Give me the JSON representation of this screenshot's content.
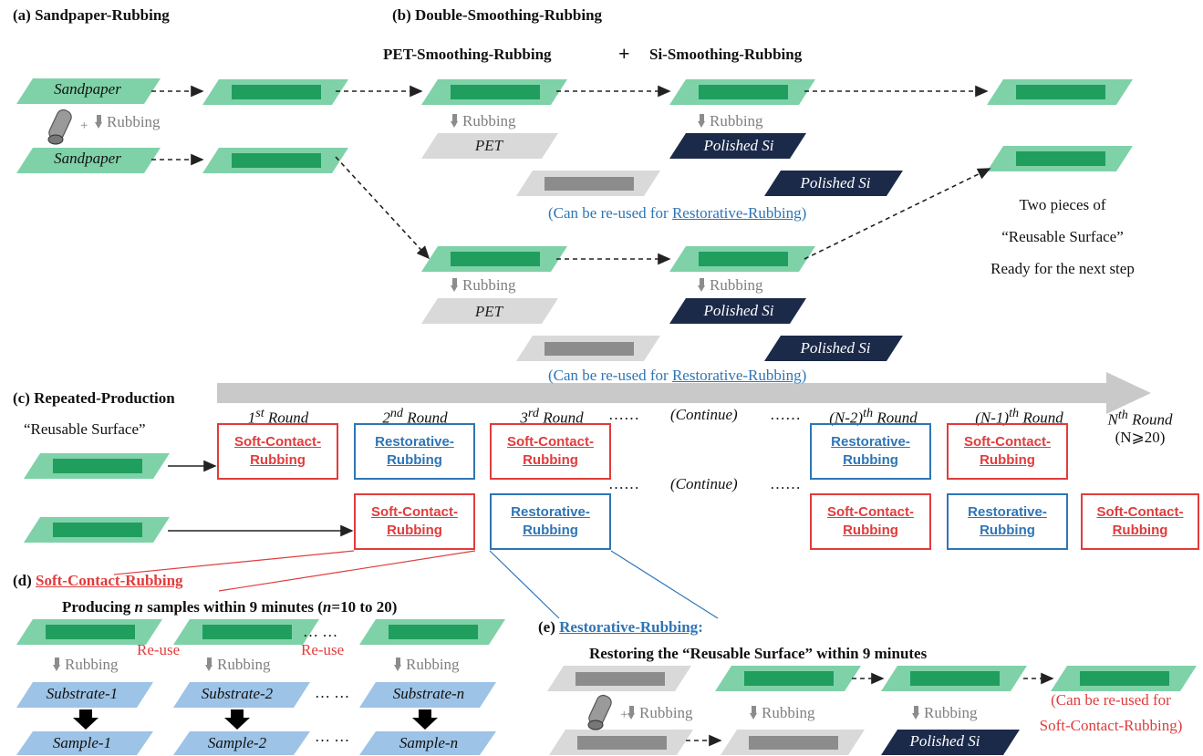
{
  "panel_a": {
    "title": "(a)  Sandpaper-Rubbing",
    "sandpaper_top": "Sandpaper",
    "sandpaper_bottom": "Sandpaper",
    "rubbing": "Rubbing"
  },
  "panel_b": {
    "title": "(b)  Double-Smoothing-Rubbing",
    "pet_title": "PET-Smoothing-Rubbing",
    "plus": "+",
    "si_title": "Si-Smoothing-Rubbing",
    "rubbing": "Rubbing",
    "pet": "PET",
    "polished_si": "Polished Si",
    "reuse_prefix": "(Can be re-used for ",
    "reuse_link": "Restorative-Rubbing",
    "reuse_suffix": ")",
    "result_line1": "Two pieces of",
    "result_line2": "“Reusable Surface”",
    "result_line3": "Ready for the next step"
  },
  "panel_c": {
    "title": "(c)  Repeated-Production",
    "reusable_surface": "“Reusable Surface”",
    "rounds": [
      {
        "num": "1",
        "sup": "st",
        "word": " Round"
      },
      {
        "num": "2",
        "sup": "nd",
        "word": " Round"
      },
      {
        "num": "3",
        "sup": "rd",
        "word": " Round"
      },
      {
        "num": "(N-2)",
        "sup": "th",
        "word": " Round"
      },
      {
        "num": "(N-1)",
        "sup": "th",
        "word": " Round"
      },
      {
        "num": "N",
        "sup": "th",
        "word": " Round"
      }
    ],
    "dots": "……",
    "continue": "(Continue)",
    "n_condition": "(N⩾20)",
    "soft_line1": "Soft-Contact-",
    "soft_line2": "Rubbing",
    "rest_line1": "Restorative-",
    "rest_line2": "Rubbing"
  },
  "panel_d": {
    "label": "(d)",
    "link": "Soft-Contact-Rubbing",
    "subtitle_pre": "Producing ",
    "subtitle_n": "n",
    "subtitle_mid": " samples within 9 minutes (",
    "subtitle_n2": "n",
    "subtitle_post": "=10 to 20)",
    "rubbing": "Rubbing",
    "reuse": "Re-use",
    "substrates": [
      "Substrate-1",
      "Substrate-2",
      "Substrate-n"
    ],
    "samples": [
      "Sample-1",
      "Sample-2",
      "Sample-n"
    ],
    "dots": "… …"
  },
  "panel_e": {
    "label": "(e)",
    "link": "Restorative-Rubbing",
    "colon": ":",
    "subtitle": "Restoring the “Reusable Surface” within 9 minutes",
    "rubbing": "Rubbing",
    "polished_si": "Polished Si",
    "reuse_line1": "(Can be re-used for",
    "reuse_line2": "Soft-Contact-Rubbing)"
  },
  "colors": {
    "green_light": "#7fd1a8",
    "green_dark": "#1f9e5e",
    "navy": "#1c2a4a",
    "pet_gray": "#d9d9d9",
    "gray_dark": "#8c8c8c",
    "substrate_blue": "#9dc3e6",
    "red": "#e03c3c",
    "blue": "#2e75b6"
  },
  "icons": [
    "rubbing-roller-icon",
    "gray-down-arrow-icon",
    "black-down-arrow-icon",
    "dashed-arrow-icon",
    "round-progress-arrow-icon"
  ]
}
